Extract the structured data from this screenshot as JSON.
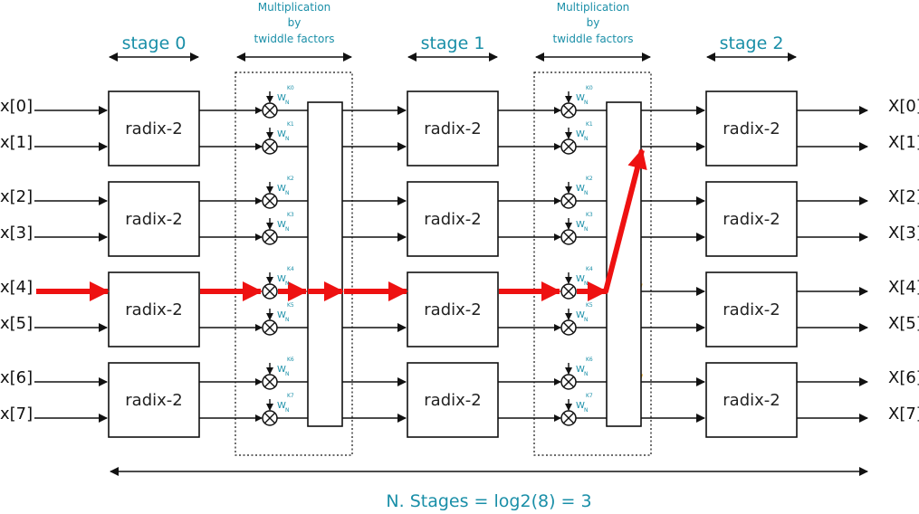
{
  "colors": {
    "accent": "#1a8fa8",
    "highlight": "#ee1111",
    "dotted_orange": "#f0b020",
    "dotted_blue": "#1a8fa8",
    "line": "#111111"
  },
  "stages": [
    {
      "label": "stage 0"
    },
    {
      "label": "stage 1"
    },
    {
      "label": "stage 2"
    }
  ],
  "twiddle_section": {
    "lines": [
      "Multiplication",
      "by",
      "twiddle factors"
    ]
  },
  "radix_label": "radix-2",
  "inputs": [
    "x[0]",
    "x[1]",
    "x[2]",
    "x[3]",
    "x[4]",
    "x[5]",
    "x[6]",
    "x[7]"
  ],
  "outputs": [
    "X[0]",
    "X[1]",
    "X[2]",
    "X[3]",
    "X[4]",
    "X[5]",
    "X[6]",
    "X[7]"
  ],
  "twiddle_factor": {
    "base": "W",
    "sub": "N",
    "superscripts": [
      "K0",
      "K1",
      "K2",
      "K3",
      "K4",
      "K5",
      "K6",
      "K7"
    ]
  },
  "footer": "N. Stages = log2(8) = 3"
}
